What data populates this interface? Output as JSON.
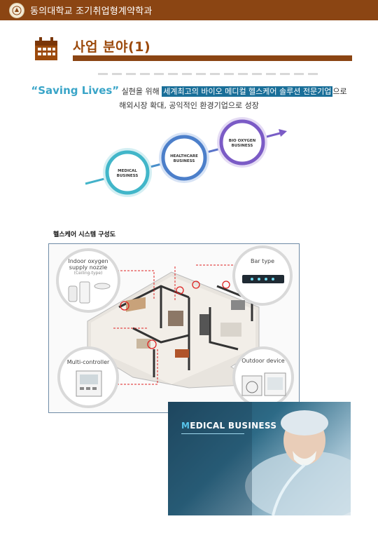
{
  "header": {
    "title": "동의대학교 조기취업형계약학과",
    "colors": {
      "bar": "#8b4513"
    }
  },
  "section": {
    "title": "사업 분야(1)",
    "icon": "calendar-icon"
  },
  "slogan": {
    "quote_text": "“Saving Lives”",
    "mid_text": " 실현을 위해 ",
    "highlight_text": "세계최고의 바이오 메디컬 헬스케어 솔루션 전문기업",
    "end_text": "으로",
    "line2": "해외시장 확대, 공익적인 환경기업으로 성장"
  },
  "business_areas": [
    {
      "line1": "MEDICAL",
      "line2": "BUSINESS",
      "color": "#41b6c9"
    },
    {
      "line1": "HEALTHCARE",
      "line2": "BUSINESS",
      "color": "#4c7fca"
    },
    {
      "line1": "BIO OXYGEN",
      "line2": "BUSINESS",
      "color": "#7b5bc6"
    }
  ],
  "system": {
    "title": "헬스케어 시스템 구성도",
    "callouts": {
      "nozzle": {
        "line1": "Indoor oxygen",
        "line2": "supply nozzle",
        "line3": "(Ceiling-type)"
      },
      "bar": "Bar type",
      "controller": "Multi-controller",
      "outdoor": "Outdoor device"
    }
  },
  "medical_photo": {
    "title_first": "M",
    "title_rest": "EDICAL BUSINESS"
  }
}
